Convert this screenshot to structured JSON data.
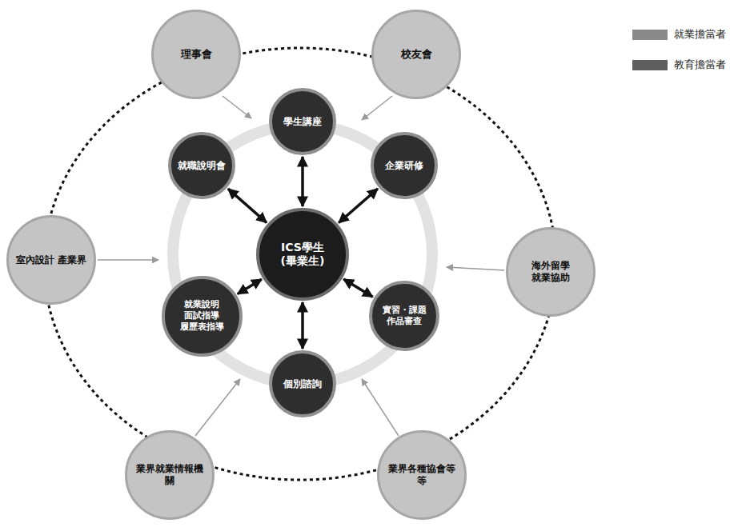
{
  "diagram": {
    "nodes": [
      {
        "text": [
          "理事會"
        ]
      },
      {
        "text": [
          "校友會"
        ]
      },
      {
        "text": [
          "學生講座"
        ]
      },
      {
        "text": [
          "就職說明會"
        ]
      },
      {
        "text": [
          "企業研修"
        ]
      },
      {
        "text": [
          "室內設計 產業界"
        ]
      },
      {
        "text": [
          "ICS學生 (畢業生)"
        ]
      },
      {
        "text": [
          "海外留學 就業協助"
        ]
      },
      {
        "text": [
          "就業說明 面試指導 履歷表指導"
        ]
      },
      {
        "text": [
          "實習・課題 作品審查"
        ]
      },
      {
        "text": [
          "個別諮詢"
        ]
      },
      {
        "text": [
          "業界就業情報機關"
        ]
      },
      {
        "text": [
          "業界各種協會等等"
        ]
      }
    ],
    "edges": [
      {
        "from": 6,
        "to": 2,
        "arrow": "both"
      },
      {
        "from": 6,
        "to": 4,
        "arrow": "both"
      },
      {
        "from": 6,
        "to": 9,
        "arrow": "both"
      },
      {
        "from": 6,
        "to": 10,
        "arrow": "both"
      },
      {
        "from": 6,
        "to": 8,
        "arrow": "both"
      },
      {
        "from": 6,
        "to": 3,
        "arrow": "both"
      }
    ],
    "legend": [
      {
        "text": "就業擔當者",
        "color": "#8a8a8a"
      },
      {
        "text": "教育擔當者",
        "color": "#5e5e5e"
      }
    ]
  }
}
